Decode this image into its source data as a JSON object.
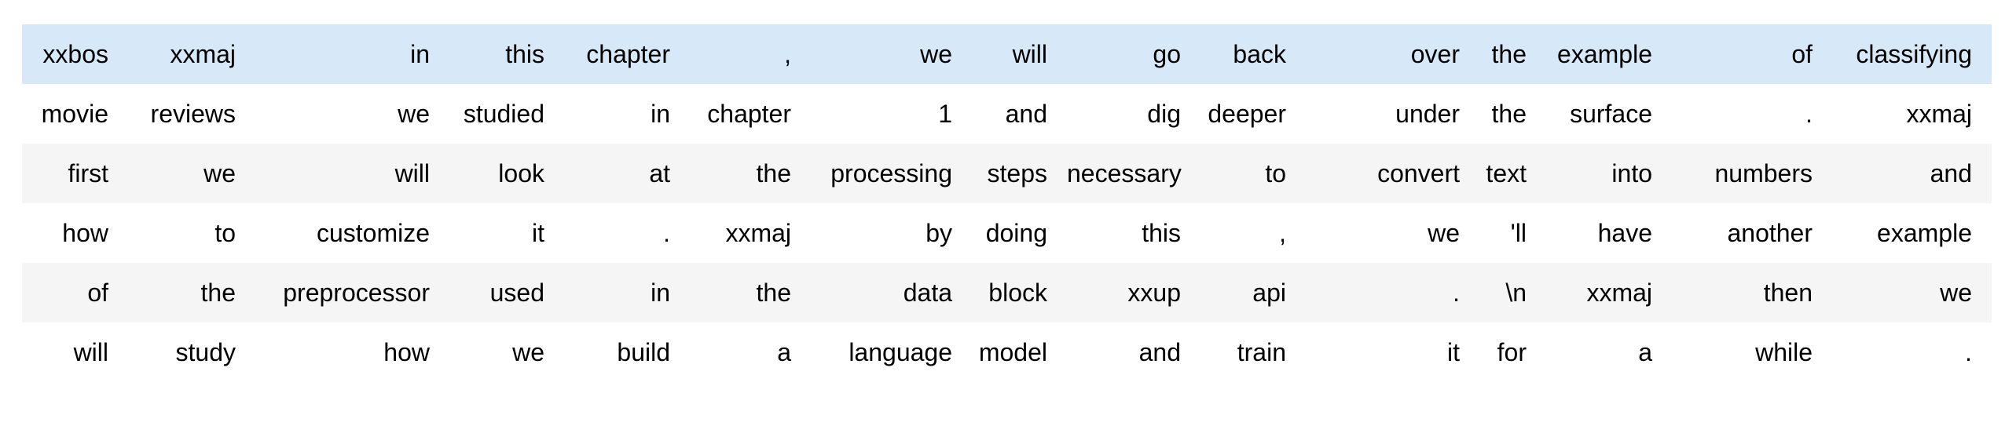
{
  "table": {
    "description": "Tokenized text batch shown as a 6x15 token grid",
    "colors": {
      "highlight_row_bg": "#d7e9f8",
      "stripe_row_bg": "#f5f5f5",
      "plain_row_bg": "#ffffff",
      "text": "#000000"
    },
    "rows": [
      {
        "highlighted": true,
        "cells": [
          "xxbos",
          "xxmaj",
          "in",
          "this",
          "chapter",
          ",",
          "we",
          "will",
          "go",
          "back",
          "over",
          "the",
          "example",
          "of",
          "classifying"
        ]
      },
      {
        "highlighted": false,
        "cells": [
          "movie",
          "reviews",
          "we",
          "studied",
          "in",
          "chapter",
          "1",
          "and",
          "dig",
          "deeper",
          "under",
          "the",
          "surface",
          ".",
          "xxmaj"
        ]
      },
      {
        "highlighted": false,
        "cells": [
          "first",
          "we",
          "will",
          "look",
          "at",
          "the",
          "processing",
          "steps",
          "necessary",
          "to",
          "convert",
          "text",
          "into",
          "numbers",
          "and"
        ]
      },
      {
        "highlighted": false,
        "cells": [
          "how",
          "to",
          "customize",
          "it",
          ".",
          "xxmaj",
          "by",
          "doing",
          "this",
          ",",
          "we",
          "'ll",
          "have",
          "another",
          "example"
        ]
      },
      {
        "highlighted": false,
        "cells": [
          "of",
          "the",
          "preprocessor",
          "used",
          "in",
          "the",
          "data",
          "block",
          "xxup",
          "api",
          ".",
          "\\n",
          "xxmaj",
          "then",
          "we"
        ]
      },
      {
        "highlighted": false,
        "cells": [
          "will",
          "study",
          "how",
          "we",
          "build",
          "a",
          "language",
          "model",
          "and",
          "train",
          "it",
          "for",
          "a",
          "while",
          "."
        ]
      }
    ]
  }
}
